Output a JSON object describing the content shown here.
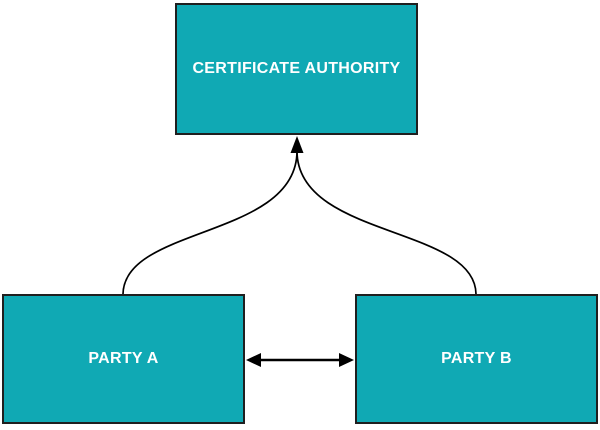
{
  "diagram": {
    "colors": {
      "node_fill": "#10a9b4",
      "node_border": "#1f1f1f",
      "label_text": "#ffffff",
      "arrow": "#000000",
      "background": "#ffffff"
    },
    "nodes": [
      {
        "id": "certificate-authority",
        "label": "CERTIFICATE AUTHORITY"
      },
      {
        "id": "party-a",
        "label": "PARTY A"
      },
      {
        "id": "party-b",
        "label": "PARTY B"
      }
    ],
    "edges": [
      {
        "from": "party-a",
        "to": "certificate-authority",
        "style": "curved",
        "arrowhead": "single-up"
      },
      {
        "from": "party-b",
        "to": "certificate-authority",
        "style": "curved",
        "arrowhead": "single-up"
      },
      {
        "from": "party-a",
        "to": "party-b",
        "style": "straight",
        "arrowhead": "double"
      }
    ]
  }
}
